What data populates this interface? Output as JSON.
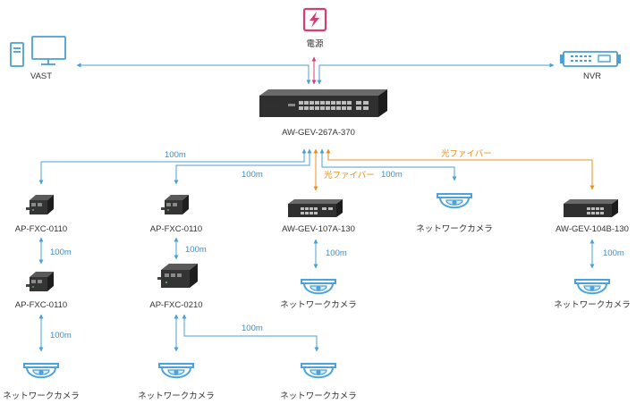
{
  "colors": {
    "copper": "#4b9fd5",
    "fiber": "#e8901c",
    "power": "#d33f6e",
    "text": "#333333",
    "device_dark": "#2f2f2f",
    "camera_blue": "#4aa3df"
  },
  "nodes": {
    "power": {
      "label": "電源",
      "icon": "lightning-icon"
    },
    "vast": {
      "label": "VAST",
      "icon": "desktop-computer-icon"
    },
    "nvr": {
      "label": "NVR",
      "icon": "nvr-icon"
    },
    "core_switch": {
      "label": "AW-GEV-267A-370",
      "icon": "switch-icon"
    },
    "fxc1_top": {
      "label": "AP-FXC-0110",
      "icon": "converter-icon"
    },
    "fxc1_bottom": {
      "label": "AP-FXC-0110",
      "icon": "converter-icon"
    },
    "fxc2_top": {
      "label": "AP-FXC-0110",
      "icon": "converter-icon"
    },
    "fxc2_bottom": {
      "label": "AP-FXC-0210",
      "icon": "converter-icon"
    },
    "switch_107a": {
      "label": "AW-GEV-107A-130",
      "icon": "switch-icon"
    },
    "switch_104b": {
      "label": "AW-GEV-104B-130",
      "icon": "switch-icon"
    },
    "camera_direct": {
      "label": "ネットワークカメラ",
      "icon": "dome-camera-icon"
    },
    "camera_107a": {
      "label": "ネットワークカメラ",
      "icon": "dome-camera-icon"
    },
    "camera_104b": {
      "label": "ネットワークカメラ",
      "icon": "dome-camera-icon"
    },
    "camera_fxc1": {
      "label": "ネットワークカメラ",
      "icon": "dome-camera-icon"
    },
    "camera_fxc2_a": {
      "label": "ネットワークカメラ",
      "icon": "dome-camera-icon"
    },
    "camera_fxc2_b": {
      "label": "ネットワークカメラ",
      "icon": "dome-camera-icon"
    }
  },
  "links": {
    "core_to_fxc1": "100m",
    "core_to_fxc2": "100m",
    "core_to_camera": "100m",
    "core_to_107a": "光ファイバー",
    "core_to_104b": "光ファイバー",
    "fxc1_chain": "100m",
    "fxc1_camera": "100m",
    "fxc2_chain": "100m",
    "fxc2_camera_b": "100m",
    "s107a_camera": "100m",
    "s104b_camera": "100m"
  }
}
